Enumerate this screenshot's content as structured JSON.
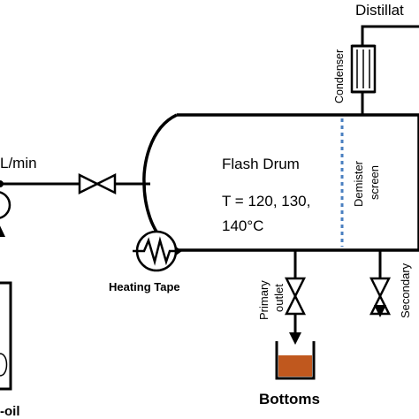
{
  "labels": {
    "distillate": "Distillat",
    "condenser": "Condenser",
    "flow_rate": "L/min",
    "flash_drum": "Flash Drum",
    "temperature_line1": "T = 120, 130,",
    "temperature_line2": "140°C",
    "demister_line1": "Demister",
    "demister_line2": "screen",
    "heating_tape": "Heating Tape",
    "primary_line1": "Primary",
    "primary_line2": "outlet",
    "secondary_line1": "Secondary",
    "bottoms": "Bottoms",
    "feed_oil": "-oil"
  },
  "colors": {
    "line": "#000000",
    "demister": "#4a7fc0",
    "bottoms_liquid": "#c0581e"
  }
}
